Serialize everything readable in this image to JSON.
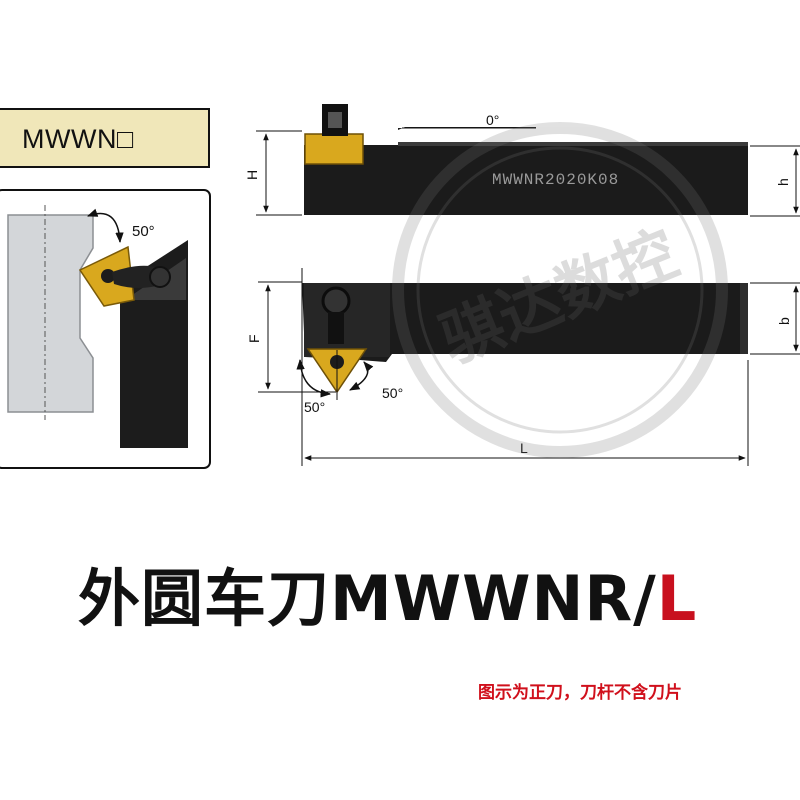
{
  "code_panel": {
    "text": "MWWN□"
  },
  "labels": {
    "angle_side_view": "0°",
    "angle_detail": "50°",
    "angle_front_left": "50°",
    "angle_front_right": "50°",
    "dim_H": "H",
    "dim_h": "h",
    "dim_F": "F",
    "dim_b": "b",
    "dim_L": "L",
    "shank_marking": "MWWNR2020K08"
  },
  "watermark": {
    "text": "骐达数控"
  },
  "title": {
    "main": "外圆车刀MWWNR/",
    "highlight": "L"
  },
  "note": "图示为正刀，刀杆不含刀片",
  "colors": {
    "panel_bg": "#f0e7b9",
    "shank": "#1b1b1b",
    "insert_gold": "#d9a81e",
    "title_red": "#c8101e",
    "note_red": "#d0101c"
  }
}
